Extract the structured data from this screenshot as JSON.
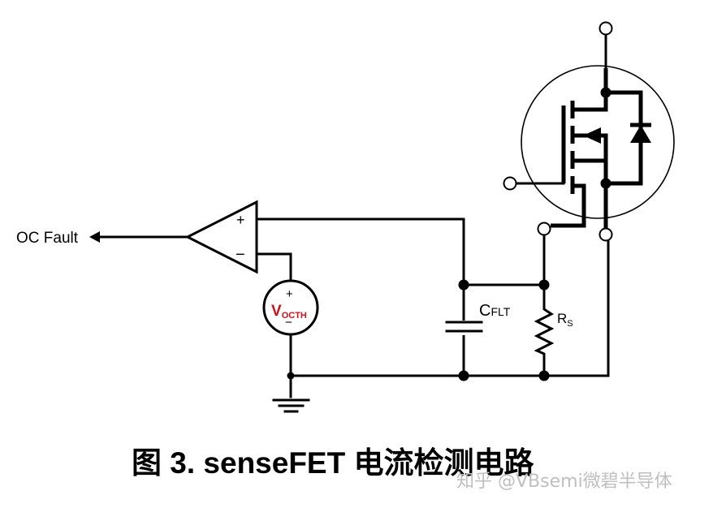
{
  "figure": {
    "caption": "图 3. senseFET 电流检测电路",
    "watermark": "知乎 @VBsemi微碧半导体"
  },
  "labels": {
    "output": "OC Fault",
    "comparator_plus": "+",
    "comparator_minus": "−",
    "vsource_plus": "+",
    "vsource_minus": "−",
    "vsource_main": "V",
    "vsource_sub": "OCTH",
    "capacitor_main": "C",
    "capacitor_sub": "FLT",
    "resistor_main": "R",
    "resistor_sub": "S"
  },
  "colors": {
    "wire": "#000000",
    "vsource_label": "#d0101a",
    "watermark": "#bfbfbf"
  },
  "components": [
    {
      "id": "comparator",
      "type": "comparator",
      "output": "OC Fault"
    },
    {
      "id": "vsource",
      "type": "voltage-source",
      "label": "VOCTH"
    },
    {
      "id": "capacitor",
      "type": "capacitor",
      "label": "CFLT"
    },
    {
      "id": "resistor",
      "type": "resistor",
      "label": "RS"
    },
    {
      "id": "sensefet",
      "type": "sense-mosfet",
      "terminals": [
        "drain",
        "gate",
        "source",
        "sense"
      ]
    },
    {
      "id": "ground",
      "type": "ground"
    }
  ]
}
